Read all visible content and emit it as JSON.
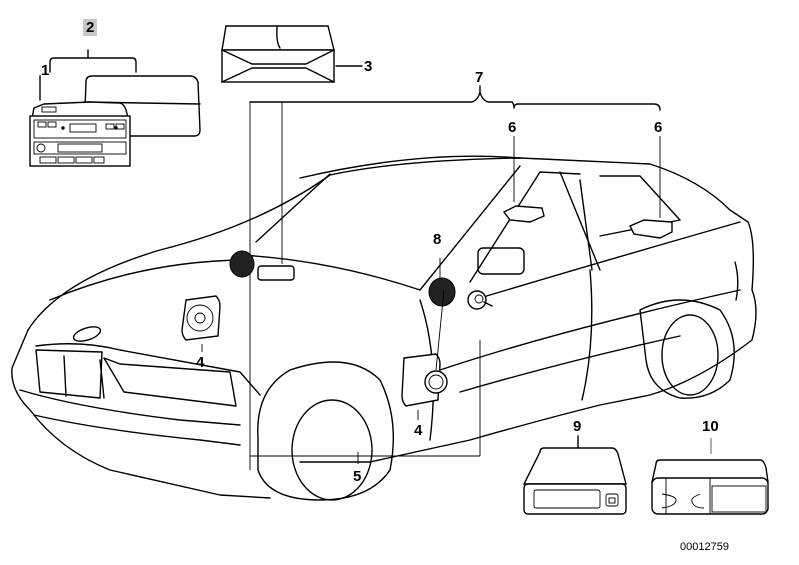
{
  "diagram": {
    "document_number": "00012759",
    "highlight_color": "#c8c8c8",
    "callouts": [
      {
        "id": "1",
        "label": "1",
        "part": "radio"
      },
      {
        "id": "2",
        "label": "2",
        "part": "radio-kit",
        "highlighted": true
      },
      {
        "id": "3",
        "label": "3",
        "part": "amplifier"
      },
      {
        "id": "4a",
        "label": "4",
        "part": "front-speaker"
      },
      {
        "id": "4b",
        "label": "4",
        "part": "door-speaker"
      },
      {
        "id": "5",
        "label": "5",
        "part": "wiring-harness"
      },
      {
        "id": "6a",
        "label": "6",
        "part": "rear-speaker-left"
      },
      {
        "id": "6b",
        "label": "6",
        "part": "rear-speaker-right"
      },
      {
        "id": "7",
        "label": "7",
        "part": "speaker-set"
      },
      {
        "id": "8",
        "label": "8",
        "part": "tweeter"
      },
      {
        "id": "9",
        "label": "9",
        "part": "cd-changer"
      },
      {
        "id": "10",
        "label": "10",
        "part": "cd-magazine"
      }
    ]
  }
}
